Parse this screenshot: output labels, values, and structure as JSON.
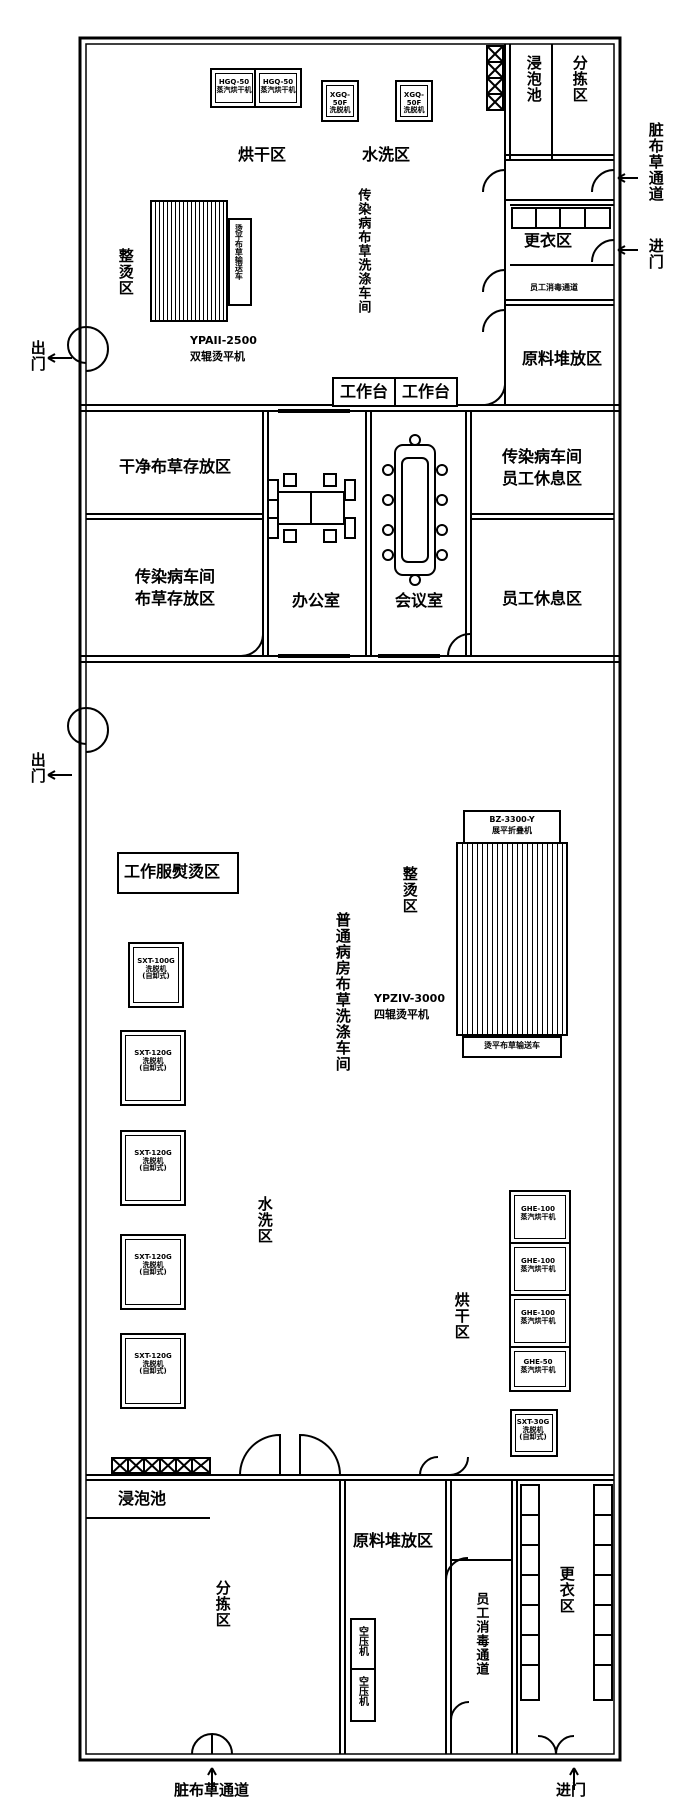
{
  "top": {
    "rooms": {
      "jinpao": "浸泡池",
      "fenjian": "分拣区",
      "hongan": "烘干区",
      "shuixi": "水洗区",
      "genyi": "更衣区",
      "staff_disinfect": "员工消毒通道",
      "yuanliao": "原料堆放区",
      "zhengtang": "整烫区",
      "workshop": "传染病布草洗涤车间"
    },
    "machines": {
      "dryer1": "HGQ-50\n蒸汽烘干机",
      "dryer2": "HGQ-50\n蒸汽烘干机",
      "washer1": "XGQ-50F\n洗脱机",
      "washer2": "XGQ-50F\n洗脱机",
      "ironer_name": "YPAII-2500",
      "ironer_desc": "双辊烫平机",
      "ironer_cart": "烫平布草输送车"
    },
    "workbench1": "工作台",
    "workbench2": "工作台"
  },
  "mid": {
    "clean_storage": "干净布草存放区",
    "infect_storage_l1": "传染病车间",
    "infect_storage_l2": "布草存放区",
    "office": "办公室",
    "meeting": "会议室",
    "infect_rest_l1": "传染病车间",
    "infect_rest_l2": "员工休息区",
    "staff_rest": "员工休息区"
  },
  "bottom": {
    "workshop": "普通病房布草洗涤车间",
    "uniform_iron": "工作服熨烫区",
    "shuixi": "水洗区",
    "hongan": "烘干区",
    "zhengtang": "整烫区",
    "ironer_model": "YPZIV-3000",
    "ironer_desc": "四辊烫平机",
    "ironer_top_1": "BZ-3300-Y",
    "ironer_top_2": "展平折叠机",
    "ironer_cart": "烫平布草输送车",
    "washers": [
      "SXT-100G\n洗脱机\n(自卸式)",
      "SXT-120G\n洗脱机\n(自卸式)",
      "SXT-120G\n洗脱机\n(自卸式)",
      "SXT-120G\n洗脱机\n(自卸式)",
      "SXT-120G\n洗脱机\n(自卸式)"
    ],
    "dryers": [
      "GHE-100\n蒸汽烘干机",
      "GHE-100\n蒸汽烘干机",
      "GHE-100\n蒸汽烘干机",
      "GHE-50\n蒸汽烘干机"
    ],
    "small_washer": "SXT-30G\n洗脱机\n(自卸式)",
    "jinpao": "浸泡池",
    "fenjian": "分拣区",
    "yuanliao": "原料堆放区",
    "compressor1": "空压机",
    "compressor2": "空压机",
    "staff_disinfect": "员工消毒通道",
    "genyi": "更衣区"
  },
  "doors": {
    "exit_top": "出门",
    "exit_mid": "出门",
    "dirty_top": "脏布草通道",
    "entry_top": "进门",
    "dirty_bottom": "脏布草通道",
    "entry_bottom": "进门"
  }
}
